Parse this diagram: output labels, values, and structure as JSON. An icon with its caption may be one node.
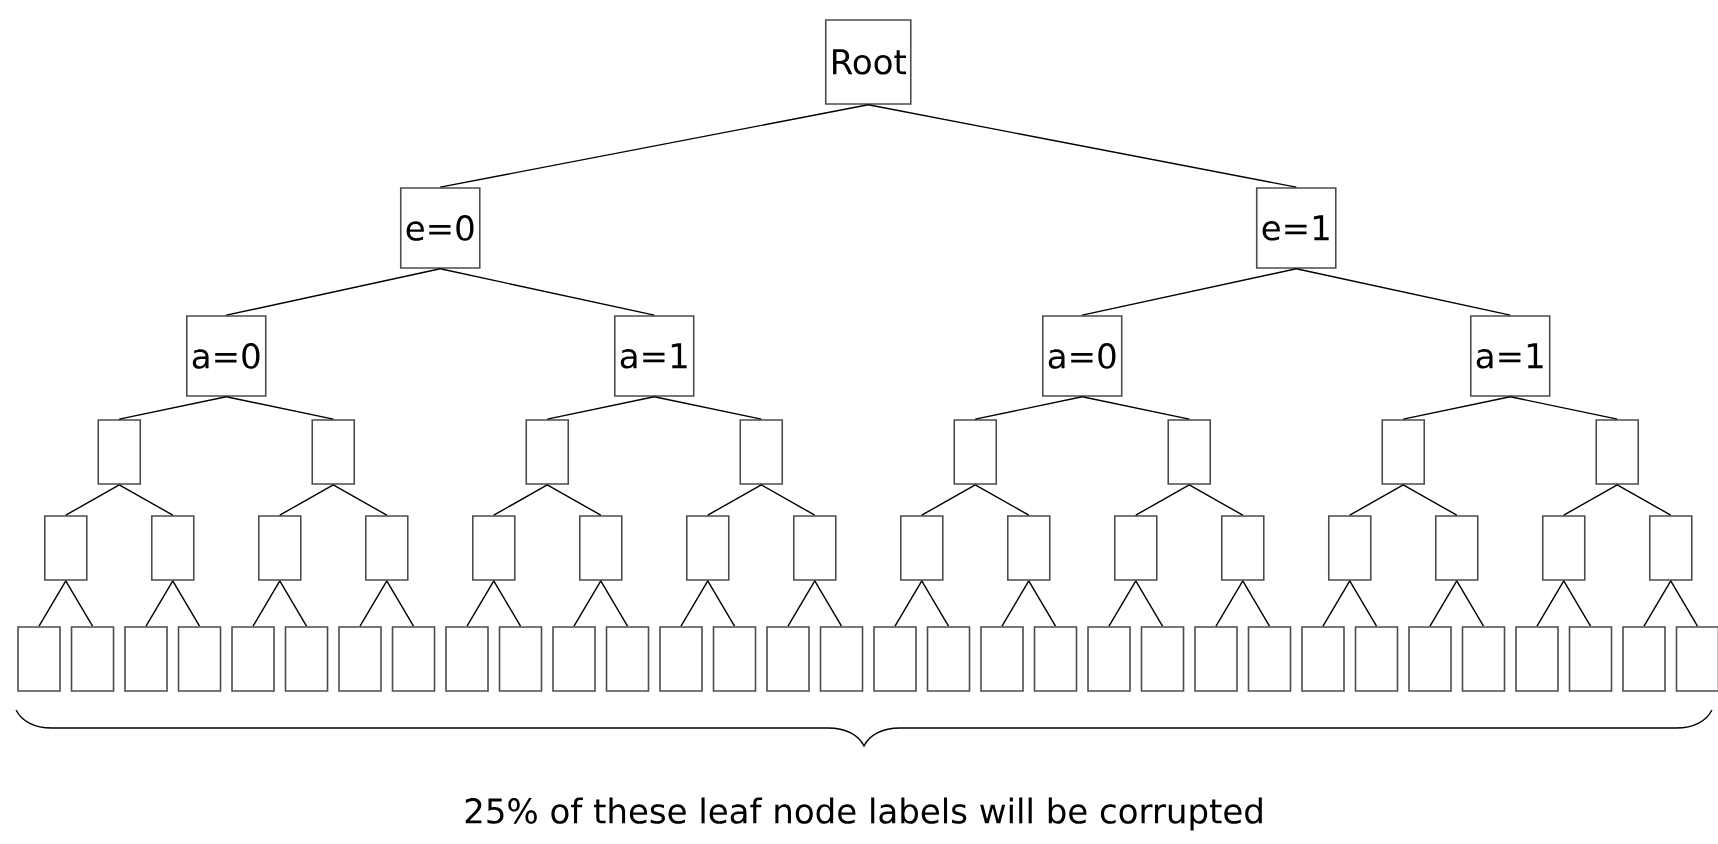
{
  "diagram": {
    "nodes": [
      {
        "text": [
          "Root"
        ]
      },
      {
        "text": [
          "e=0"
        ]
      },
      {
        "text": [
          "e=1"
        ]
      },
      {
        "text": [
          "a=0"
        ]
      },
      {
        "text": [
          "a=1"
        ]
      },
      {
        "text": [
          "a=0"
        ]
      },
      {
        "text": [
          "a=1"
        ]
      },
      {
        "text": [],
        "shape": "box"
      },
      {
        "text": [],
        "shape": "box"
      },
      {
        "text": [],
        "shape": "box"
      },
      {
        "text": [],
        "shape": "box"
      },
      {
        "text": [],
        "shape": "box"
      },
      {
        "text": [],
        "shape": "box"
      },
      {
        "text": [],
        "shape": "box"
      },
      {
        "text": [],
        "shape": "box"
      },
      {
        "text": [],
        "shape": "box"
      },
      {
        "text": [],
        "shape": "box"
      },
      {
        "text": [],
        "shape": "box"
      },
      {
        "text": [],
        "shape": "box"
      },
      {
        "text": [],
        "shape": "box"
      },
      {
        "text": [],
        "shape": "box"
      },
      {
        "text": [],
        "shape": "box"
      },
      {
        "text": [],
        "shape": "box"
      },
      {
        "text": [],
        "shape": "box"
      },
      {
        "text": [],
        "shape": "box"
      },
      {
        "text": [],
        "shape": "box"
      },
      {
        "text": [],
        "shape": "box"
      },
      {
        "text": [],
        "shape": "box"
      },
      {
        "text": [],
        "shape": "box"
      },
      {
        "text": [],
        "shape": "box"
      },
      {
        "text": [],
        "shape": "box"
      },
      {
        "text": [],
        "shape": "box"
      },
      {
        "text": [],
        "shape": "box"
      },
      {
        "text": [],
        "shape": "box"
      },
      {
        "text": [],
        "shape": "box"
      },
      {
        "text": [],
        "shape": "box"
      },
      {
        "text": [],
        "shape": "box"
      },
      {
        "text": [],
        "shape": "box"
      },
      {
        "text": [],
        "shape": "box"
      },
      {
        "text": [],
        "shape": "box"
      },
      {
        "text": [],
        "shape": "box"
      },
      {
        "text": [],
        "shape": "box"
      },
      {
        "text": [],
        "shape": "box"
      },
      {
        "text": [],
        "shape": "box"
      },
      {
        "text": [],
        "shape": "box"
      },
      {
        "text": [],
        "shape": "box"
      },
      {
        "text": [],
        "shape": "box"
      },
      {
        "text": [],
        "shape": "box"
      },
      {
        "text": [],
        "shape": "box"
      },
      {
        "text": [],
        "shape": "box"
      },
      {
        "text": [],
        "shape": "box"
      },
      {
        "text": [],
        "shape": "box"
      },
      {
        "text": [],
        "shape": "box"
      },
      {
        "text": [],
        "shape": "box"
      },
      {
        "text": [],
        "shape": "box"
      },
      {
        "text": [],
        "shape": "box"
      },
      {
        "text": [],
        "shape": "box"
      },
      {
        "text": [],
        "shape": "box"
      },
      {
        "text": [],
        "shape": "box"
      },
      {
        "text": [],
        "shape": "box"
      },
      {
        "text": [],
        "shape": "box"
      },
      {
        "text": [],
        "shape": "box"
      },
      {
        "text": [],
        "shape": "box"
      }
    ],
    "edges": [
      {
        "from": 0,
        "to": 1,
        "arrow": "none"
      },
      {
        "from": 0,
        "to": 2,
        "arrow": "none"
      },
      {
        "from": 1,
        "to": 3,
        "arrow": "none"
      },
      {
        "from": 1,
        "to": 4,
        "arrow": "none"
      },
      {
        "from": 2,
        "to": 5,
        "arrow": "none"
      },
      {
        "from": 2,
        "to": 6,
        "arrow": "none"
      },
      {
        "from": 3,
        "to": 7,
        "arrow": "none"
      },
      {
        "from": 3,
        "to": 8,
        "arrow": "none"
      },
      {
        "from": 4,
        "to": 9,
        "arrow": "none"
      },
      {
        "from": 4,
        "to": 10,
        "arrow": "none"
      },
      {
        "from": 5,
        "to": 11,
        "arrow": "none"
      },
      {
        "from": 5,
        "to": 12,
        "arrow": "none"
      },
      {
        "from": 6,
        "to": 13,
        "arrow": "none"
      },
      {
        "from": 6,
        "to": 14,
        "arrow": "none"
      },
      {
        "from": 7,
        "to": 15,
        "arrow": "none"
      },
      {
        "from": 7,
        "to": 16,
        "arrow": "none"
      },
      {
        "from": 8,
        "to": 17,
        "arrow": "none"
      },
      {
        "from": 8,
        "to": 18,
        "arrow": "none"
      },
      {
        "from": 9,
        "to": 19,
        "arrow": "none"
      },
      {
        "from": 9,
        "to": 20,
        "arrow": "none"
      },
      {
        "from": 10,
        "to": 21,
        "arrow": "none"
      },
      {
        "from": 10,
        "to": 22,
        "arrow": "none"
      },
      {
        "from": 11,
        "to": 23,
        "arrow": "none"
      },
      {
        "from": 11,
        "to": 24,
        "arrow": "none"
      },
      {
        "from": 12,
        "to": 25,
        "arrow": "none"
      },
      {
        "from": 12,
        "to": 26,
        "arrow": "none"
      },
      {
        "from": 13,
        "to": 27,
        "arrow": "none"
      },
      {
        "from": 13,
        "to": 28,
        "arrow": "none"
      },
      {
        "from": 14,
        "to": 29,
        "arrow": "none"
      },
      {
        "from": 14,
        "to": 30,
        "arrow": "none"
      },
      {
        "from": 15,
        "to": 31,
        "arrow": "none"
      },
      {
        "from": 15,
        "to": 32,
        "arrow": "none"
      },
      {
        "from": 16,
        "to": 33,
        "arrow": "none"
      },
      {
        "from": 16,
        "to": 34,
        "arrow": "none"
      },
      {
        "from": 17,
        "to": 35,
        "arrow": "none"
      },
      {
        "from": 17,
        "to": 36,
        "arrow": "none"
      },
      {
        "from": 18,
        "to": 37,
        "arrow": "none"
      },
      {
        "from": 18,
        "to": 38,
        "arrow": "none"
      },
      {
        "from": 19,
        "to": 39,
        "arrow": "none"
      },
      {
        "from": 19,
        "to": 40,
        "arrow": "none"
      },
      {
        "from": 20,
        "to": 41,
        "arrow": "none"
      },
      {
        "from": 20,
        "to": 42,
        "arrow": "none"
      },
      {
        "from": 21,
        "to": 43,
        "arrow": "none"
      },
      {
        "from": 21,
        "to": 44,
        "arrow": "none"
      },
      {
        "from": 22,
        "to": 45,
        "arrow": "none"
      },
      {
        "from": 22,
        "to": 46,
        "arrow": "none"
      },
      {
        "from": 23,
        "to": 47,
        "arrow": "none"
      },
      {
        "from": 23,
        "to": 48,
        "arrow": "none"
      },
      {
        "from": 24,
        "to": 49,
        "arrow": "none"
      },
      {
        "from": 24,
        "to": 50,
        "arrow": "none"
      },
      {
        "from": 25,
        "to": 51,
        "arrow": "none"
      },
      {
        "from": 25,
        "to": 52,
        "arrow": "none"
      },
      {
        "from": 26,
        "to": 53,
        "arrow": "none"
      },
      {
        "from": 26,
        "to": 54,
        "arrow": "none"
      },
      {
        "from": 27,
        "to": 55,
        "arrow": "none"
      },
      {
        "from": 27,
        "to": 56,
        "arrow": "none"
      },
      {
        "from": 28,
        "to": 57,
        "arrow": "none"
      },
      {
        "from": 28,
        "to": 58,
        "arrow": "none"
      },
      {
        "from": 29,
        "to": 59,
        "arrow": "none"
      },
      {
        "from": 29,
        "to": 60,
        "arrow": "none"
      },
      {
        "from": 30,
        "to": 61,
        "arrow": "none"
      },
      {
        "from": 30,
        "to": 62,
        "arrow": "none"
      }
    ],
    "labels": [
      "25% of these leaf node labels will be corrupted"
    ]
  }
}
